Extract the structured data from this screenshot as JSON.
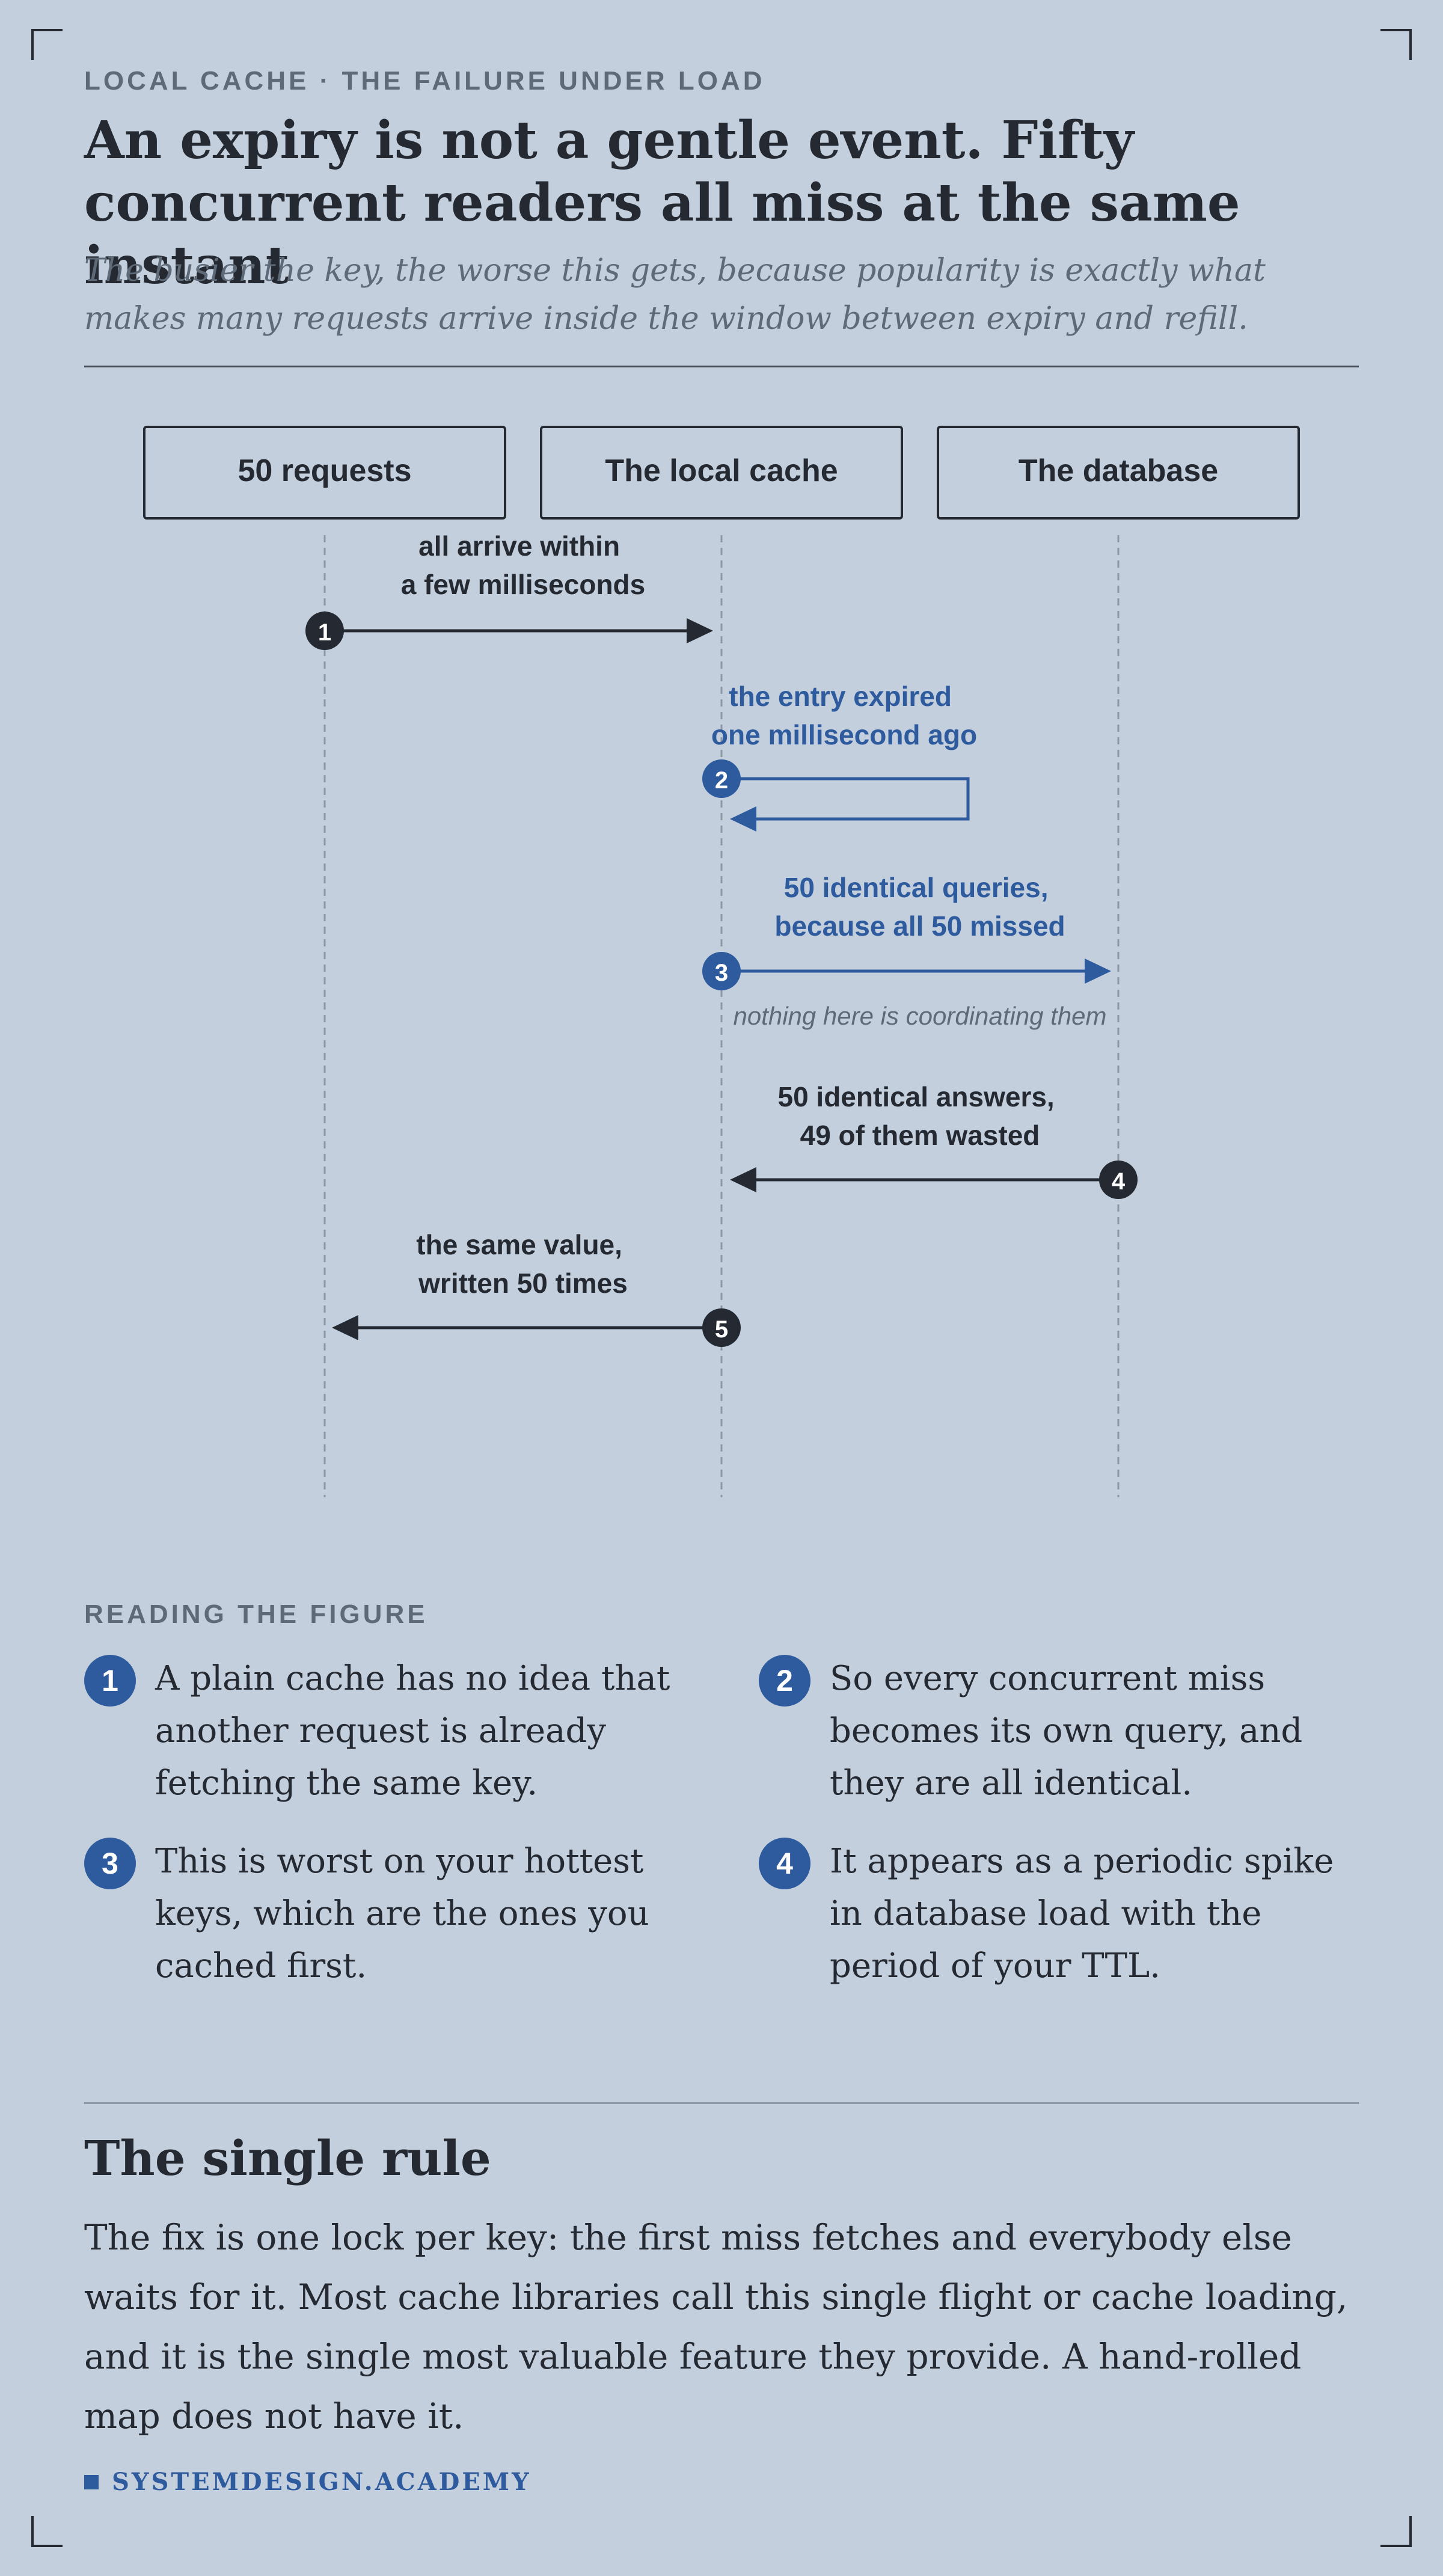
{
  "header": {
    "eyebrow": "LOCAL CACHE · THE FAILURE UNDER LOAD",
    "title": "An expiry is not a gentle event. Fifty concurrent readers all miss at the same instant",
    "subtitle": "The busier the key, the worse this gets, because popularity is exactly what makes many requests arrive inside the window between expiry and refill."
  },
  "diagram": {
    "participants": [
      "50 requests",
      "The local cache",
      "The database"
    ],
    "steps": [
      {
        "number": "1",
        "from": 0,
        "to": 1,
        "label": [
          "all arrive within",
          "a few milliseconds"
        ],
        "color": "dark"
      },
      {
        "number": "2",
        "from": 1,
        "to": 1,
        "label": [
          "the entry expired",
          "one millisecond ago"
        ],
        "color": "blue"
      },
      {
        "number": "3",
        "from": 1,
        "to": 2,
        "label": [
          "50 identical queries,",
          "because all 50 missed"
        ],
        "color": "blue",
        "note": "nothing here is coordinating them"
      },
      {
        "number": "4",
        "from": 2,
        "to": 1,
        "label": [
          "50 identical answers,",
          "49 of them wasted"
        ],
        "color": "dark"
      },
      {
        "number": "5",
        "from": 1,
        "to": 0,
        "label": [
          "the same value,",
          "written 50 times"
        ],
        "color": "dark"
      }
    ],
    "colors": {
      "dark": "#252a32",
      "blue": "#2e5a9e",
      "lifeline": "#8d97a5",
      "note": "#5f6a78",
      "background": "#c3cfdd"
    }
  },
  "reading": {
    "label": "READING THE FIGURE",
    "notes": [
      {
        "number": "1",
        "text": "A plain cache has no idea that another request is already fetching the same key."
      },
      {
        "number": "2",
        "text": "So every concurrent miss becomes its own query, and they are all identical."
      },
      {
        "number": "3",
        "text": "This is worst on your hottest keys, which are the ones you cached first."
      },
      {
        "number": "4",
        "text": "It appears as a periodic spike in database load with the period of your TTL."
      }
    ]
  },
  "rule": {
    "title": "The single rule",
    "body": "The fix is one lock per key: the first miss fetches and everybody else waits for it. Most cache libraries call this single flight or cache loading, and it is the single most valuable feature they provide. A hand-rolled map does not have it."
  },
  "footer": {
    "brand": "SYSTEMDESIGN.ACADEMY"
  }
}
